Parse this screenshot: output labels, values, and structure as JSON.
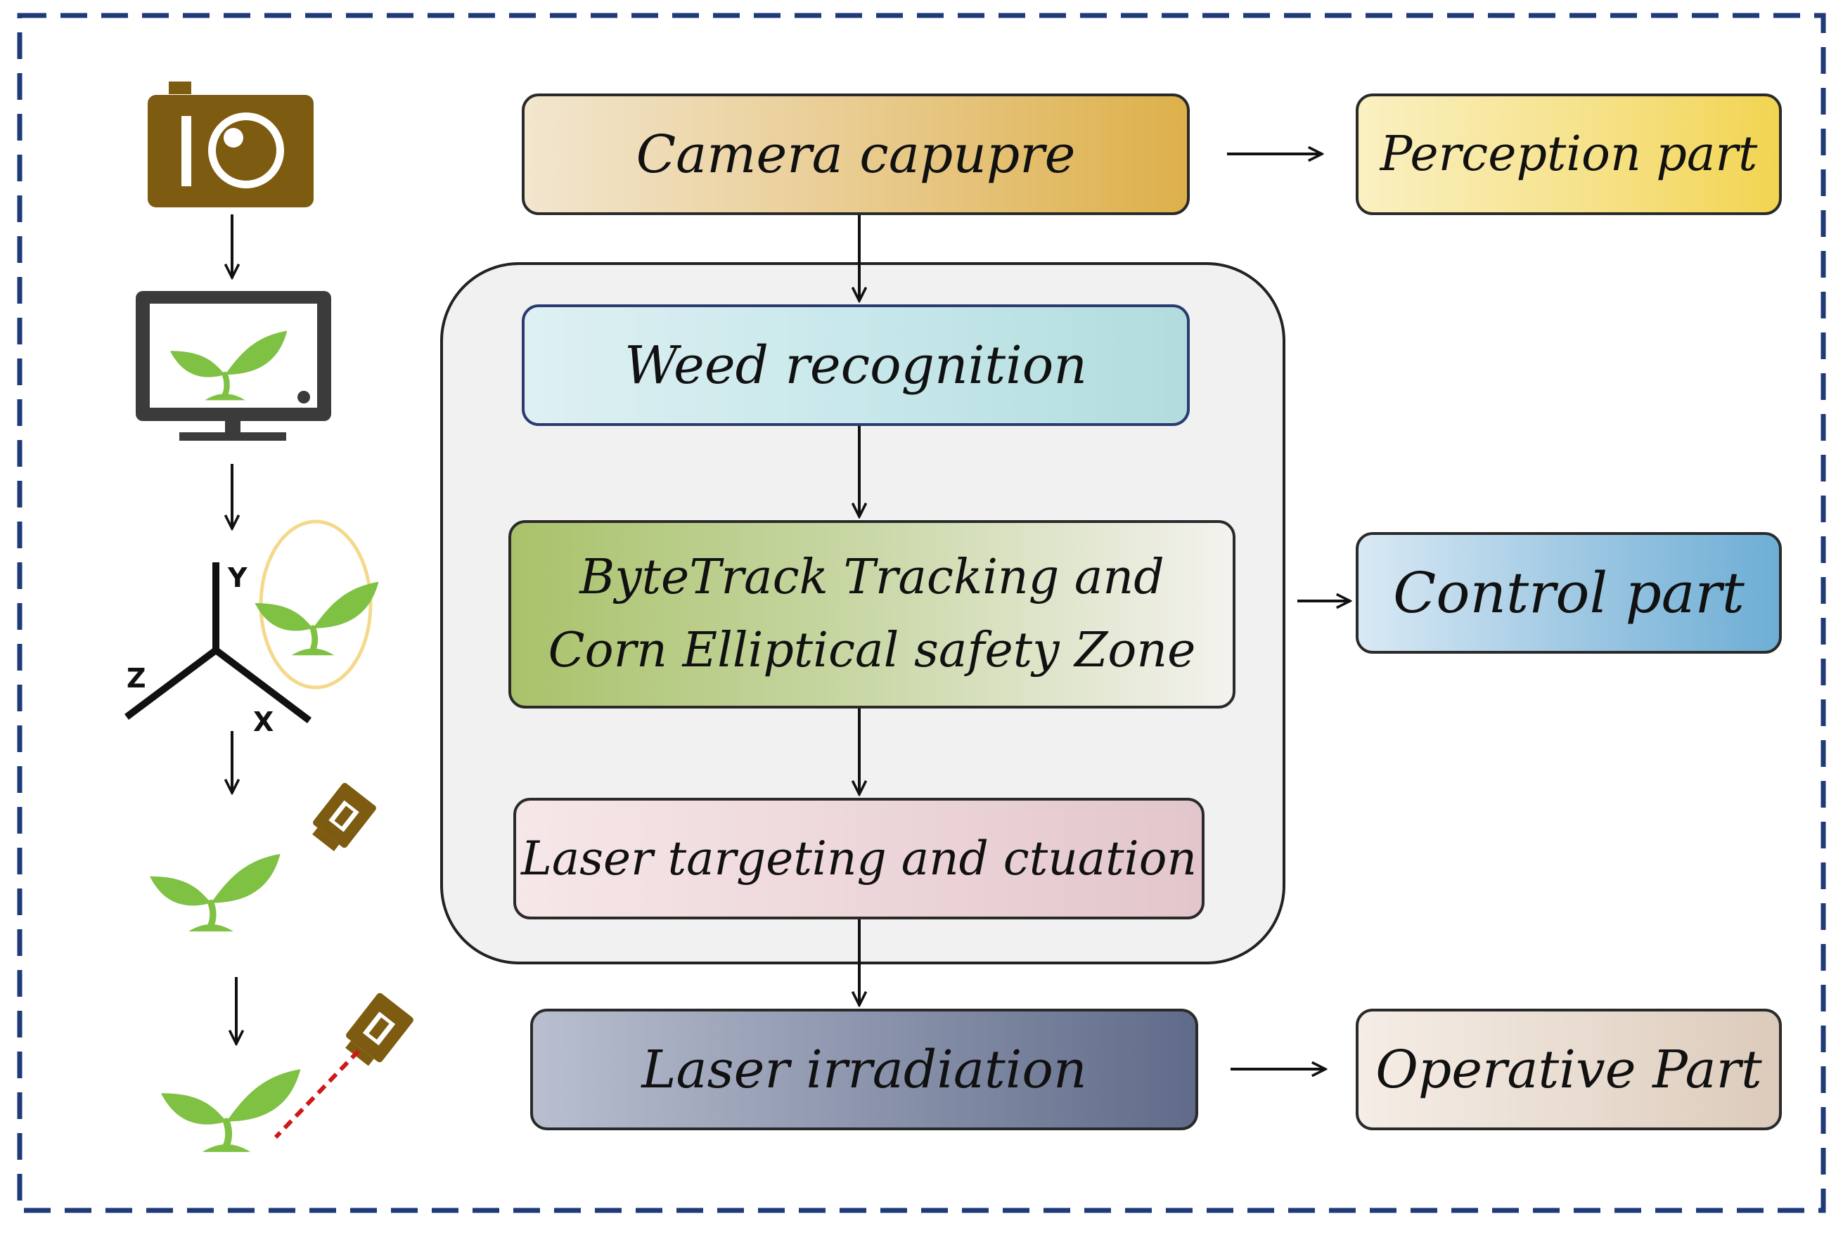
{
  "flow": {
    "camera": "Camera capupre",
    "weed": "Weed recognition",
    "bytetrack_line1": "ByteTrack Tracking and",
    "bytetrack_line2": "Corn Elliptical safety Zone",
    "laser_target": "Laser targeting and ctuation",
    "laser_irradiation": "Laser irradiation"
  },
  "parts": {
    "perception": "Perception part",
    "control": "Control part",
    "operative": "Operative Part"
  },
  "axes": {
    "y": "Y",
    "z": "Z",
    "x": "X"
  },
  "colors": {
    "frame_dash": "#1f3a78",
    "camera_brown": "#7d5b10",
    "leaf_green": "#7ec143",
    "monitor_gray": "#3b3b3b",
    "safety_ellipse": "#f4d98a",
    "laser_line": "#d01818",
    "group_panel": "#f1f1f1"
  },
  "icons": [
    "camera-icon",
    "monitor-icon",
    "plant-icon",
    "axis-icon",
    "laser-emitter-icon"
  ]
}
